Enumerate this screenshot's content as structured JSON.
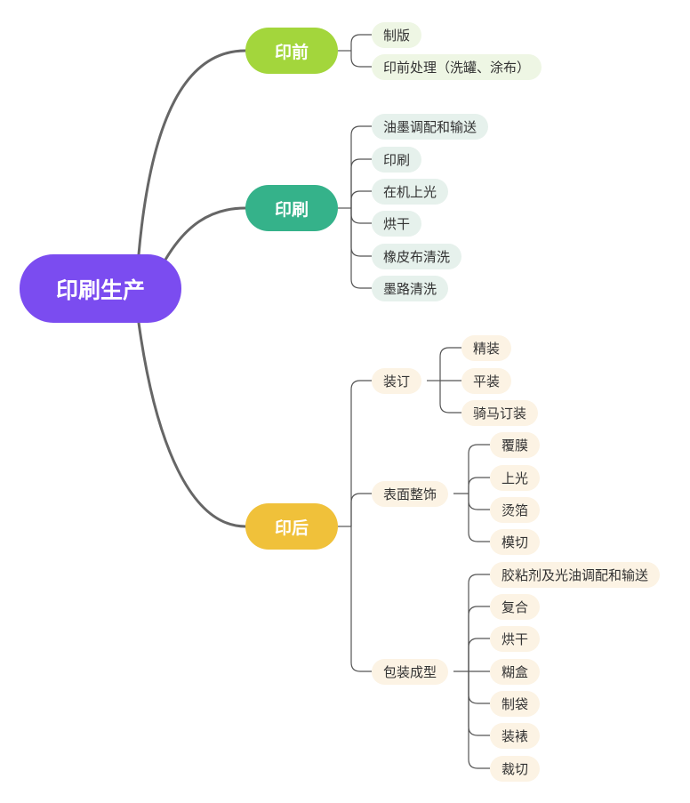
{
  "root": {
    "label": "印刷生产",
    "color": "#7b4cf0"
  },
  "branches": [
    {
      "label": "印前",
      "color": "#a3d63c",
      "children": [
        "制版",
        "印前处理（洗罐、涂布）"
      ]
    },
    {
      "label": "印刷",
      "color": "#35b28a",
      "children": [
        "油墨调配和输送",
        "印刷",
        "在机上光",
        "烘干",
        "橡皮布清洗",
        "墨路清洗"
      ]
    },
    {
      "label": "印后",
      "color": "#f0c13a",
      "children": [
        {
          "label": "装订",
          "children": [
            "精装",
            "平装",
            "骑马订装"
          ]
        },
        {
          "label": "表面整饰",
          "children": [
            "覆膜",
            "上光",
            "烫箔",
            "模切"
          ]
        },
        {
          "label": "包装成型",
          "children": [
            "胶粘剂及光油调配和输送",
            "复合",
            "烘干",
            "糊盒",
            "制袋",
            "装裱",
            "裁切"
          ]
        }
      ]
    }
  ]
}
